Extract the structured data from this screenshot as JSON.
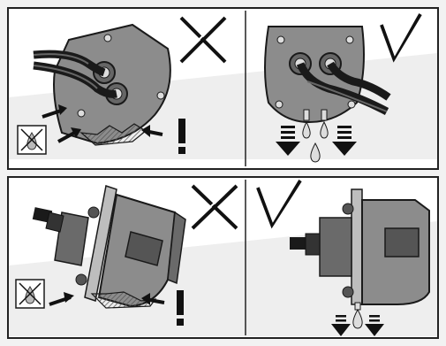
{
  "figure": {
    "panels": [
      {
        "id": "top",
        "left": {
          "verdict": "incorrect",
          "symbol": "✕",
          "warning": "!",
          "prohibited_icon": "no-water-icon"
        },
        "right": {
          "verdict": "correct",
          "symbol": "✓",
          "drainage": "water-drops-arrows"
        }
      },
      {
        "id": "bottom",
        "left": {
          "verdict": "incorrect",
          "symbol": "✕",
          "warning": "!",
          "prohibited_icon": "no-water-icon"
        },
        "right": {
          "verdict": "correct",
          "symbol": "✓",
          "drainage": "water-drops-arrows"
        }
      }
    ],
    "colors": {
      "housing_dark": "#4a4a4a",
      "housing_mid": "#8a8a8a",
      "housing_light": "#bdbdbd",
      "line": "#1a1a1a",
      "background_band": "#e9e9e9"
    }
  }
}
